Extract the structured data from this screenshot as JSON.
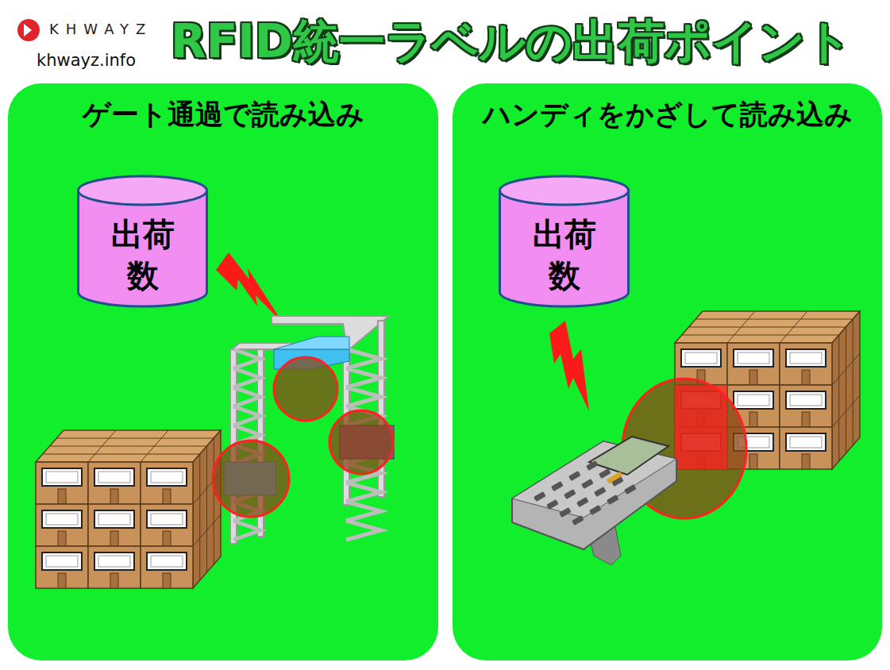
{
  "diagram": {
    "title": "RFID統一ラベルの出荷ポイント",
    "nodes": [
      {
        "text": [
          "ゲート通過で読み込み"
        ]
      },
      {
        "text": [
          "出荷 数"
        ],
        "in": 0
      },
      {
        "text": [
          "ハンディをかざして読み込み"
        ]
      },
      {
        "text": [
          "出荷 数"
        ],
        "in": 2
      }
    ],
    "labels": [
      "KHWAYZ",
      "khwayz.info"
    ]
  }
}
